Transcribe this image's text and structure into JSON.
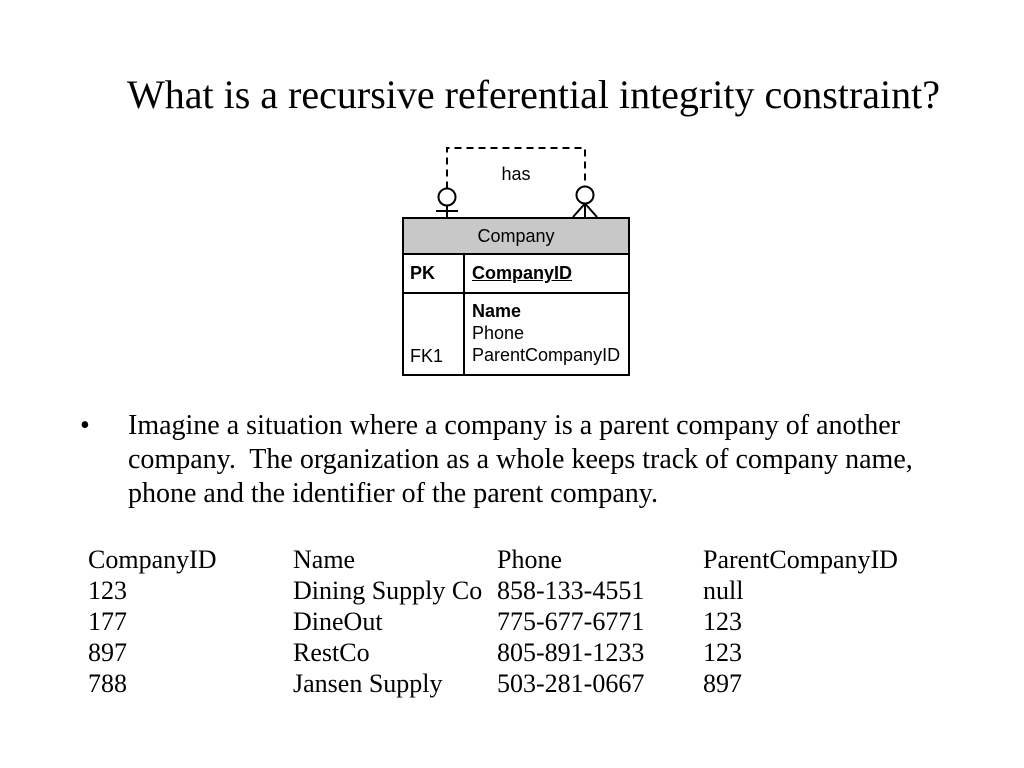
{
  "slide": {
    "title": "What is a recursive referential integrity constraint?",
    "background": "#ffffff"
  },
  "diagram": {
    "relationship_label": "has",
    "cardinality": {
      "left_icon": "zero-or-one",
      "right_icon": "zero-or-many"
    },
    "entity": {
      "name": "Company",
      "primary_key": {
        "tag": "PK",
        "attribute": "CompanyID"
      },
      "foreign_key_tag": "FK1",
      "attributes": [
        "Name",
        "Phone",
        "ParentCompanyID"
      ]
    },
    "colors": {
      "entity_header_bg": "#c8c8c8",
      "line": "#000000"
    }
  },
  "bullet": {
    "marker": "•",
    "text": "Imagine a situation where a company is a parent company of another company.  The organization as a whole keeps track of company name, phone and the identifier of the parent company."
  },
  "table": {
    "headers": [
      "CompanyID",
      "Name",
      "Phone",
      "ParentCompanyID"
    ],
    "rows": [
      [
        "123",
        "Dining Supply Co",
        "858-133-4551",
        "null"
      ],
      [
        "177",
        "DineOut",
        "775-677-6771",
        "123"
      ],
      [
        "897",
        "RestCo",
        "805-891-1233",
        "123"
      ],
      [
        "788",
        "Jansen Supply",
        "503-281-0667",
        "897"
      ]
    ]
  }
}
